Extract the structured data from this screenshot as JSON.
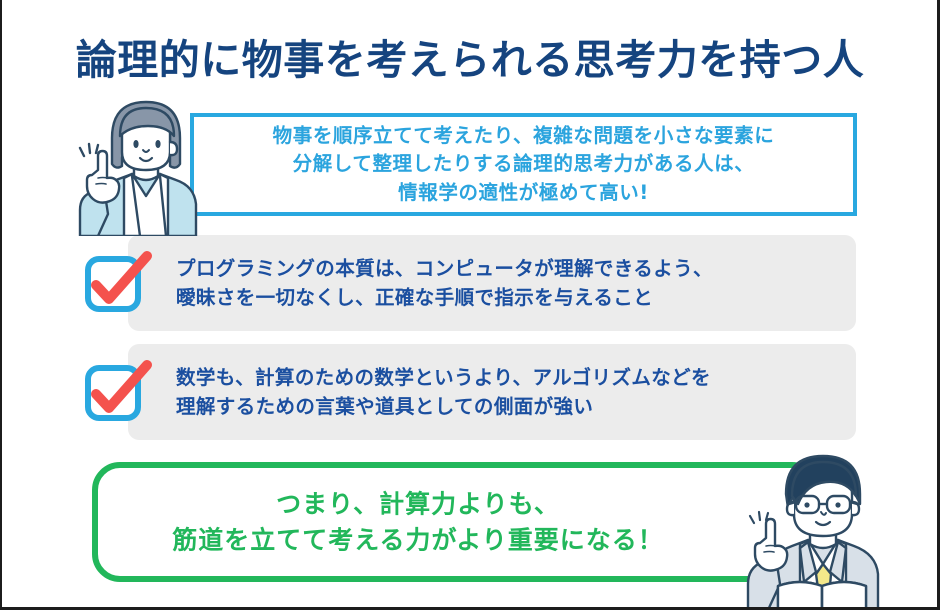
{
  "slide": {
    "title": "論理的に物事を考えられる思考力を持つ人",
    "title_color": "#15447F",
    "background_color": "#FFFFFF"
  },
  "intro": {
    "text": "物事を順序立てて考えたり、複雑な問題を小さな要素に\n分解して整理したりする論理的思考力がある人は、\n情報学の適性が極めて高い!",
    "border_color": "#29A8E0",
    "text_color": "#2BA4DE"
  },
  "checklist": {
    "card_background": "#ECECEC",
    "text_color": "#1B4FA0",
    "checkbox_box_color": "#29A8E0",
    "checkbox_mark_color": "#F4524D",
    "items": [
      {
        "text": "プログラミングの本質は、コンピュータが理解できるよう、\n曖昧さを一切なくし、正確な手順で指示を与えること"
      },
      {
        "text": "数学も、計算のための数学というより、アルゴリズムなどを\n理解するための言葉や道具としての側面が強い"
      }
    ]
  },
  "conclusion": {
    "text": "つまり、計算力よりも、\n筋道を立てて考える力がより重要になる！",
    "border_color": "#22B75B",
    "text_color": "#22B75B"
  },
  "illustrations": {
    "woman": {
      "description": "woman-pointing-up",
      "hair_color": "#8896A8",
      "jacket_color": "#BFE2EE",
      "outline_color": "#2E4A63"
    },
    "man": {
      "description": "man-with-glasses-holding-book",
      "hair_color": "#22415E",
      "suit_color": "#D8E0E8",
      "tie_color": "#F4E88A",
      "book_color": "#8FCBD4",
      "outline_color": "#2E4A63"
    }
  }
}
